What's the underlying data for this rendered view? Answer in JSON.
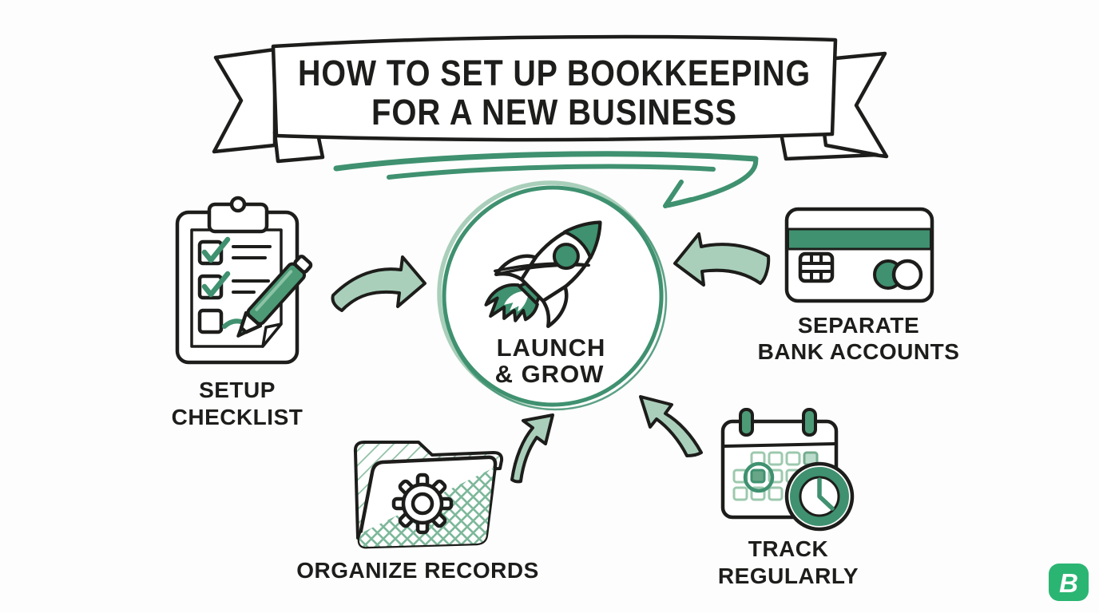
{
  "banner": {
    "line1": "HOW TO SET UP BOOKKEEPING",
    "line2": "FOR A NEW BUSINESS"
  },
  "center": {
    "line1": "LAUNCH",
    "line2": "& GROW",
    "icon": "rocket-icon"
  },
  "nodes": {
    "setup_checklist": {
      "line1": "SETUP",
      "line2": "CHECKLIST",
      "icon": "clipboard-checklist-icon",
      "position": "left"
    },
    "separate_bank_accounts": {
      "line1": "SEPARATE",
      "line2": "BANK ACCOUNTS",
      "icon": "credit-card-icon",
      "position": "right"
    },
    "organize_records": {
      "line1": "ORGANIZE RECORDS",
      "icon": "folder-gear-icon",
      "position": "bottom-left"
    },
    "track_regularly": {
      "line1": "TRACK",
      "line2": "REGULARLY",
      "icon": "calendar-clock-icon",
      "position": "bottom-right"
    }
  },
  "logo": {
    "letter": "B"
  },
  "colors": {
    "ink": "#1d1d1b",
    "green": "#3f9170",
    "green_medium": "#4c9b76",
    "green_light": "#a9cfba",
    "green_pale": "#cfe5d8",
    "logo": "#2bb573",
    "background": "#fdfdfd"
  }
}
